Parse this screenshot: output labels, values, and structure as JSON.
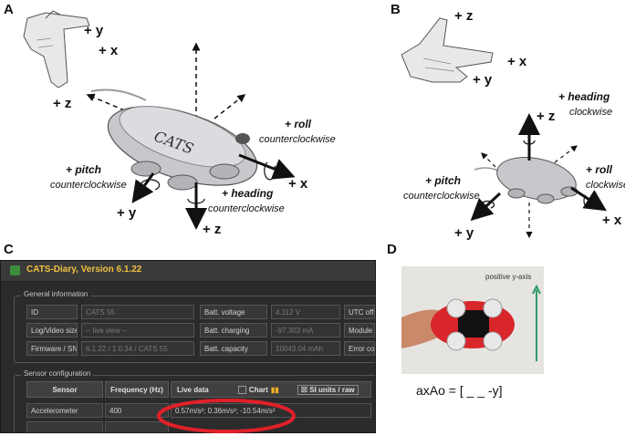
{
  "panels": {
    "a": {
      "letter": "A",
      "axes": {
        "x": "+ x",
        "y": "+ y",
        "z": "+ z"
      },
      "hand": {
        "x": "+ x",
        "y": "+ y",
        "z": "+ z"
      },
      "device_label": "CATS",
      "roll": {
        "name": "+ roll",
        "dir": "counterclockwise"
      },
      "pitch": {
        "name": "+ pitch",
        "dir": "counterclockwise"
      },
      "heading": {
        "name": "+ heading",
        "dir": "counterclockwise"
      }
    },
    "b": {
      "letter": "B",
      "axes": {
        "x": "+ x",
        "y": "+ y",
        "z": "+ z"
      },
      "hand": {
        "x": "+ x",
        "y": "+ y",
        "z": "+ z"
      },
      "roll": {
        "name": "+ roll",
        "dir": "clockwise"
      },
      "pitch": {
        "name": "+ pitch",
        "dir": "counterclockwise"
      },
      "heading": {
        "name": "+ heading",
        "dir": "clockwise"
      }
    },
    "c": {
      "letter": "C",
      "window_title": "CATS-Diary, Version 6.1.22",
      "general_info": {
        "label": "General information",
        "rows": [
          {
            "k1": "ID",
            "v1": "CATS 55",
            "k2": "Batt. voltage",
            "v2": "4.112 V",
            "k3": "UTC off"
          },
          {
            "k1": "Log/Video size",
            "v1": "-- live view --",
            "k2": "Batt. charging",
            "v2": "-97.303 mA",
            "k3": "Module"
          },
          {
            "k1": "Firmware / SN",
            "v1": "6.1.22 / 1.0.34 / CATS 55",
            "k2": "Batt. capacity",
            "v2": "10043.04 mAh",
            "k3": "Error co"
          }
        ]
      },
      "sensor_config": {
        "label": "Sensor configuration",
        "headers": {
          "sensor": "Sensor",
          "frequency": "Frequency (Hz)",
          "live": "Live data",
          "chart": "Chart",
          "units": "SI units / raw"
        },
        "row": {
          "sensor": "Accelerometer",
          "frequency": "400",
          "live": "0.57m/s²; 0.36m/s²; -10.54m/s²"
        }
      }
    },
    "d": {
      "letter": "D",
      "axis_label": "positive y-axis",
      "equation": "axAo = [  _  _  -y]"
    }
  },
  "colors": {
    "annotation_ring": "#e0202a",
    "axis_arrow": "#2e9a68",
    "device_red": "#d8262b",
    "title_yellow": "#f0c040"
  }
}
